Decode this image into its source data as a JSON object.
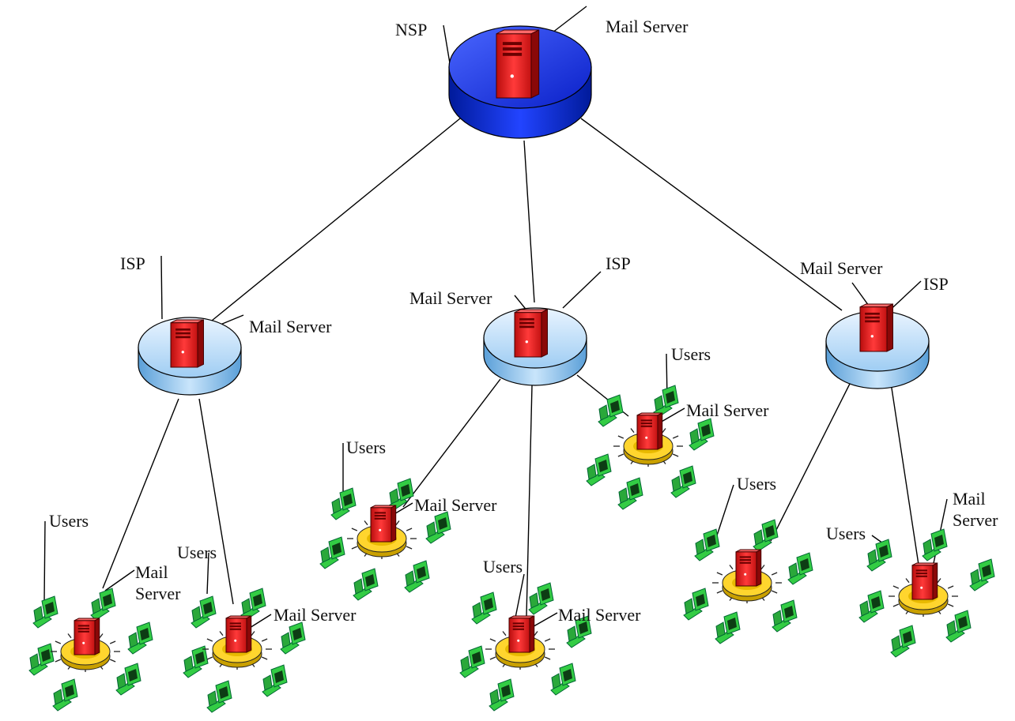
{
  "labels": {
    "nsp": "NSP",
    "mail_server": "Mail Server",
    "isp": "ISP",
    "users": "Users",
    "mail": "Mail",
    "server": "Server"
  },
  "colors": {
    "nsp_disk": "#1133ee",
    "isp_disk": "#a9d3f5",
    "lan_disk": "#ffd52e",
    "server": "#e31b1b",
    "workstation": "#33cc44",
    "link": "#000000"
  },
  "icons": {
    "server": "server-tower-icon",
    "user": "workstation-icon",
    "nsp_hub": "blue-network-disk",
    "isp_hub": "light-blue-network-disk",
    "lan_hub": "yellow-network-ring"
  }
}
